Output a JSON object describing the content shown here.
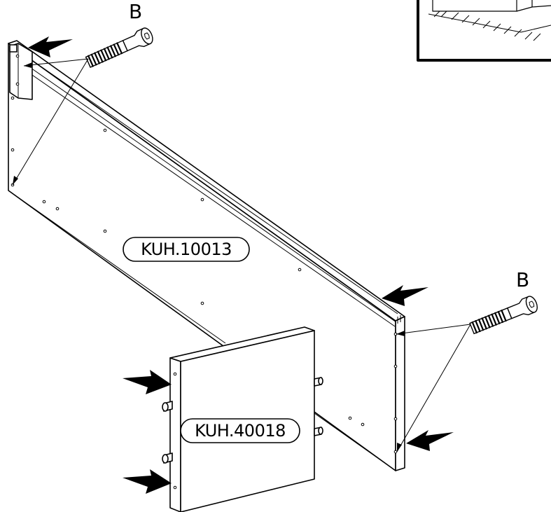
{
  "labels": {
    "screw_letter_top": "B",
    "screw_letter_right": "B",
    "back_panel_code": "KUH.10013",
    "side_panel_code": "KUH.40018"
  },
  "icons": {
    "screw": "cam-screw-icon",
    "arrow": "direction-arrow-icon",
    "dowel": "wood-dowel-icon"
  }
}
